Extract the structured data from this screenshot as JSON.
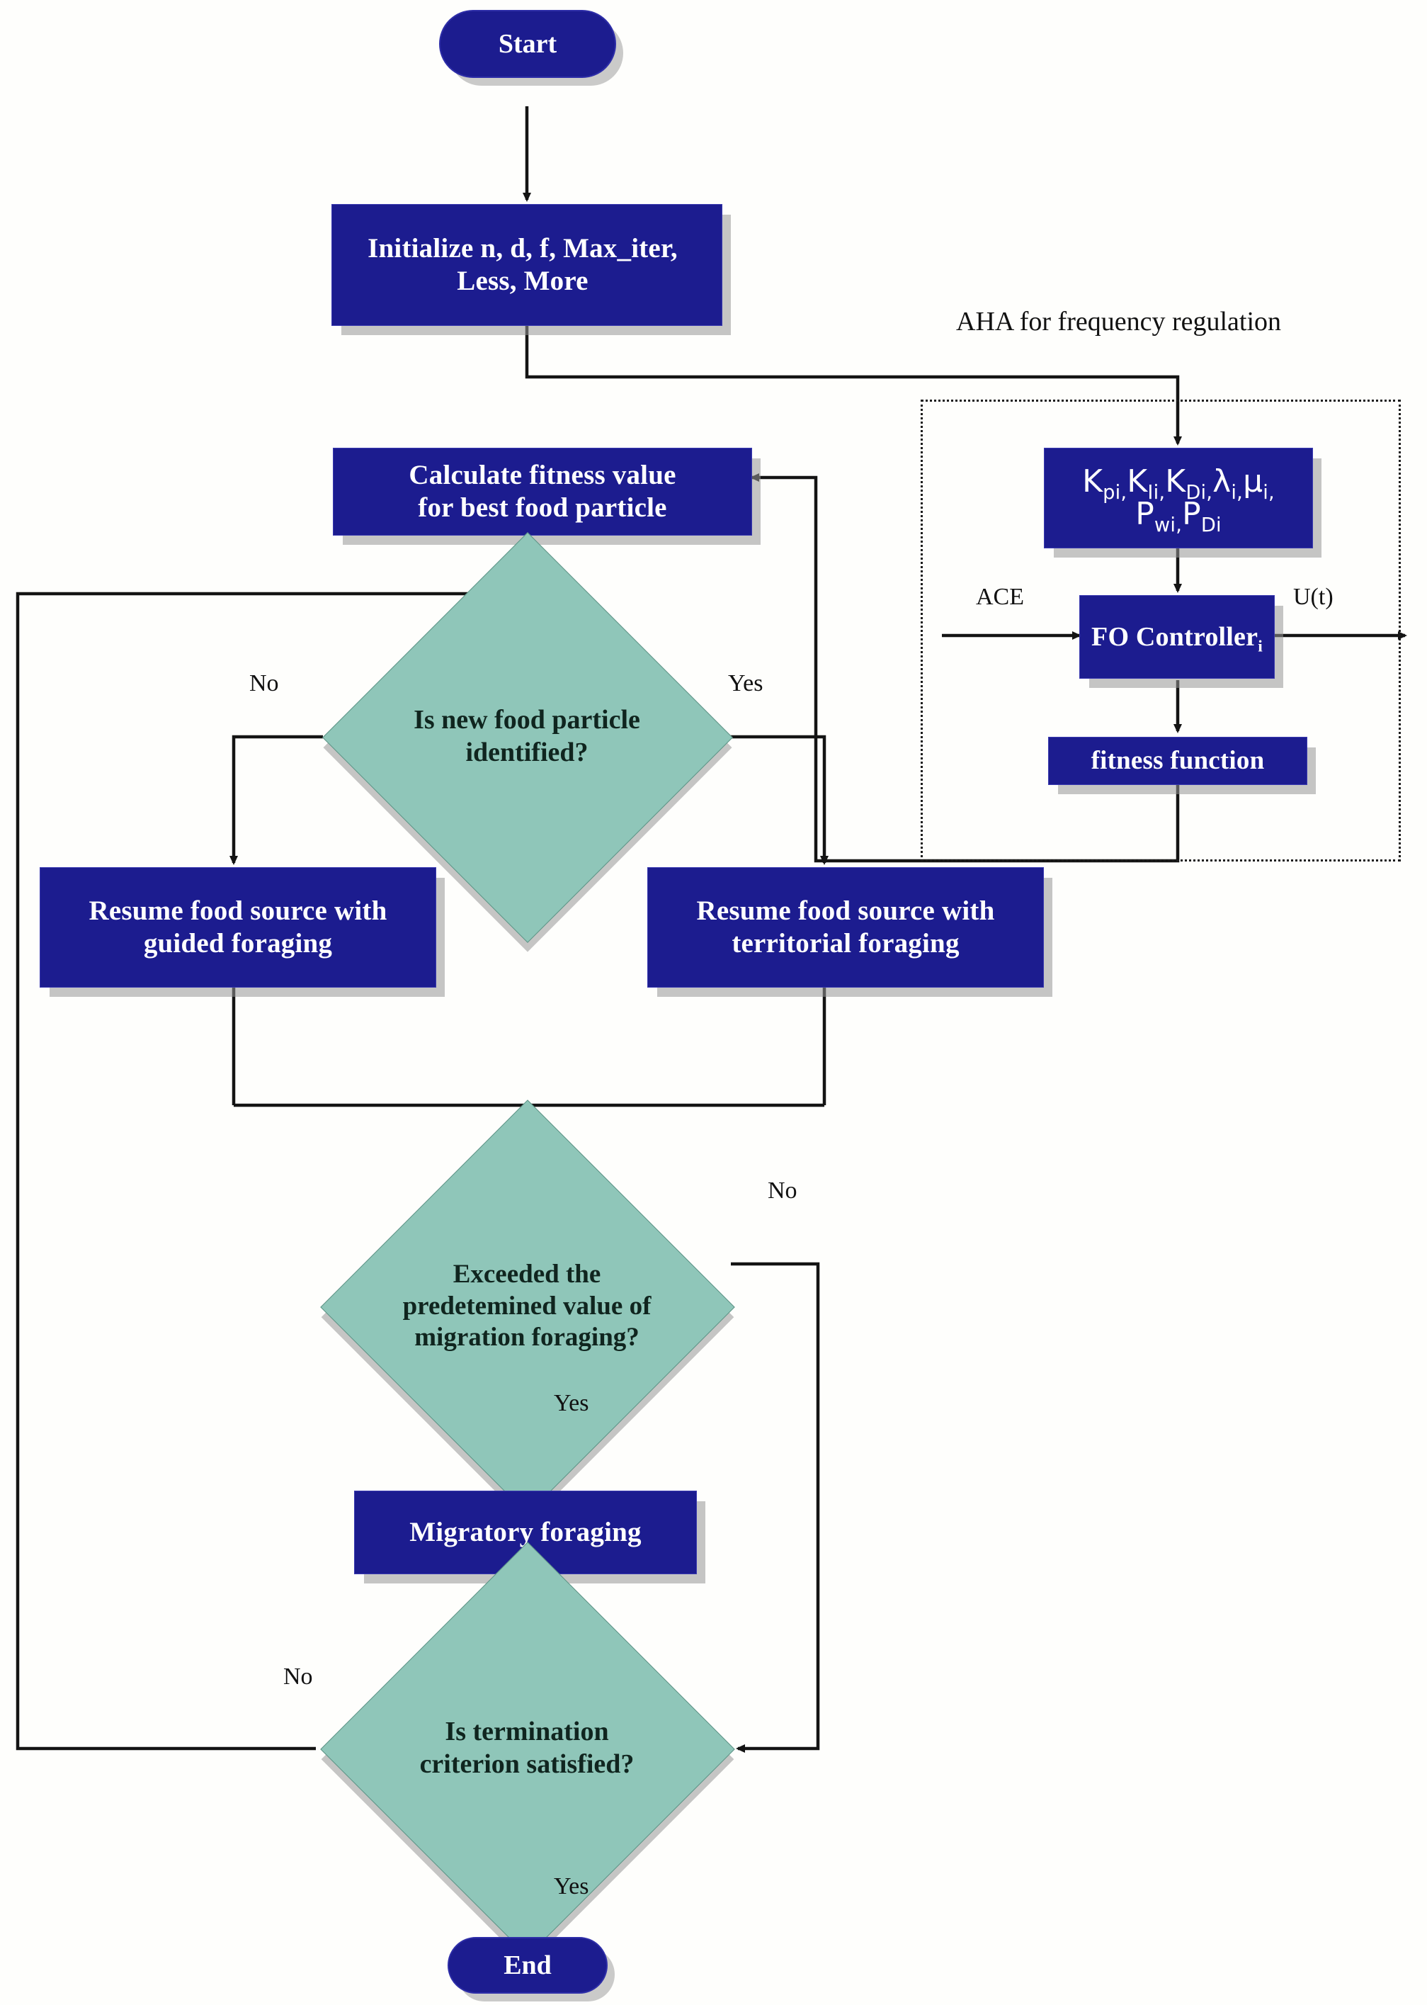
{
  "diagram": {
    "title_note": "AHA for frequency regulation",
    "colors": {
      "process_fill": "#1c1c8f",
      "process_text": "#ffffff",
      "decision_fill": "#8fc6b9",
      "decision_text": "#10251f",
      "edge": "#1a1a1a",
      "shadow": "#969696",
      "background": "#fefefc"
    }
  },
  "nodes": {
    "start": {
      "label": "Start",
      "shape": "terminator"
    },
    "initialize": {
      "label": "Initialize n, d, f, Max_iter,\nLess, More",
      "shape": "process"
    },
    "calc_fitness": {
      "label": "Calculate fitness value\nfor best food particle",
      "shape": "process"
    },
    "is_new_particle": {
      "line1": "Is new food particle",
      "line2": "identified?",
      "shape": "decision"
    },
    "guided": {
      "label": "Resume food source with\nguided foraging",
      "shape": "process"
    },
    "territorial": {
      "label": "Resume food source with\nterritorial  foraging",
      "shape": "process"
    },
    "exceeded": {
      "line1": "Exceeded the",
      "line2": "predetemined value of",
      "line3": "migration foraging?",
      "shape": "decision"
    },
    "migratory": {
      "label": "Migratory foraging",
      "shape": "process"
    },
    "termination": {
      "line1": "Is termination",
      "line2": "criterion satisfied?",
      "shape": "decision"
    },
    "end": {
      "label": "End",
      "shape": "terminator"
    },
    "gains": {
      "shape": "process",
      "line1_parts": [
        "K",
        "pi,",
        "K",
        "Ii,",
        "K",
        "Di,",
        "λ",
        "i,",
        "μ",
        "i,"
      ],
      "line1_plain": "Kpi,KIi,KDi,λi,μi,",
      "line2_plain": "Pwi,PDi"
    },
    "fo_controller": {
      "label": "FO Controller",
      "subscript": "i",
      "shape": "process"
    },
    "fitness_function": {
      "label": "fitness function",
      "shape": "process"
    }
  },
  "edge_labels": {
    "new_particle_no": "No",
    "new_particle_yes": "Yes",
    "exceeded_no": "No",
    "exceeded_yes": "Yes",
    "termination_no": "No",
    "termination_yes": "Yes",
    "ace": "ACE",
    "ut": "U(t)"
  },
  "group": {
    "label": "AHA for frequency regulation"
  }
}
